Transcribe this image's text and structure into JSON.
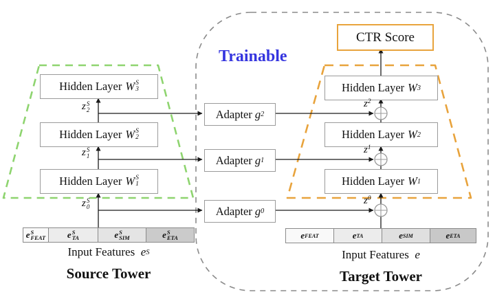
{
  "header": {
    "trainable": "Trainable",
    "ctr": "CTR Score"
  },
  "source": {
    "title": "Source Tower",
    "caption": "Input Features",
    "caption_math": {
      "base": "e",
      "sup": "S"
    },
    "layers": [
      {
        "text": "Hidden Layer",
        "var": "W",
        "sup": "S",
        "sub": "3"
      },
      {
        "text": "Hidden Layer",
        "var": "W",
        "sup": "S",
        "sub": "2"
      },
      {
        "text": "Hidden Layer",
        "var": "W",
        "sup": "S",
        "sub": "1"
      }
    ],
    "z": [
      {
        "var": "z",
        "sup": "S",
        "sub": "2"
      },
      {
        "var": "z",
        "sup": "S",
        "sub": "1"
      },
      {
        "var": "z",
        "sup": "S",
        "sub": "0"
      }
    ],
    "inputs": [
      {
        "var": "e",
        "sup": "S",
        "sub": "FEAT"
      },
      {
        "var": "e",
        "sup": "S",
        "sub": "TA"
      },
      {
        "var": "e",
        "sup": "S",
        "sub": "SIM"
      },
      {
        "var": "e",
        "sup": "S",
        "sub": "ETA"
      }
    ]
  },
  "adapters": [
    {
      "text": "Adapter",
      "var": "g",
      "sub": "2"
    },
    {
      "text": "Adapter",
      "var": "g",
      "sub": "1"
    },
    {
      "text": "Adapter",
      "var": "g",
      "sub": "0"
    }
  ],
  "target": {
    "title": "Target Tower",
    "caption": "Input Features",
    "caption_math": {
      "base": "e"
    },
    "layers": [
      {
        "text": "Hidden Layer",
        "var": "W",
        "sub": "3"
      },
      {
        "text": "Hidden Layer",
        "var": "W",
        "sub": "2"
      },
      {
        "text": "Hidden Layer",
        "var": "W",
        "sub": "1"
      }
    ],
    "z": [
      {
        "var": "z",
        "sub": "2"
      },
      {
        "var": "z",
        "sub": "1"
      },
      {
        "var": "z",
        "sub": "0"
      }
    ],
    "inputs": [
      {
        "var": "e",
        "sub": "FEAT"
      },
      {
        "var": "e",
        "sub": "TA"
      },
      {
        "var": "e",
        "sub": "SIM"
      },
      {
        "var": "e",
        "sub": "ETA"
      }
    ]
  },
  "colors": {
    "trainable_text": "#3535df",
    "ctr_border": "#e8a33c",
    "source_outline": "#8ed46f",
    "target_outline": "#e8a33c",
    "region_outline": "#8a8a8a",
    "box_border": "#9a9a9a",
    "line": "#1a1a1a",
    "plus_circle": "#999999",
    "input_cell_fills": [
      "#f9f9f9",
      "#ececec",
      "#e2e2e2",
      "#cacaca"
    ]
  }
}
